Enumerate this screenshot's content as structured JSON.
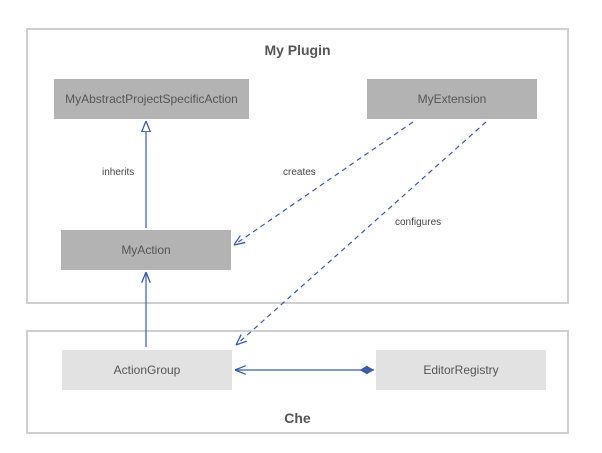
{
  "groups": {
    "plugin": {
      "title": "My Plugin"
    },
    "che": {
      "title": "Che"
    }
  },
  "nodes": {
    "abstract_action": "MyAbstractProjectSpecificAction",
    "extension": "MyExtension",
    "action": "MyAction",
    "action_group": "ActionGroup",
    "editor_registry": "EditorRegistry"
  },
  "edges": {
    "inherits": "inherits",
    "creates": "creates",
    "configures": "configures"
  },
  "colors": {
    "edge": "#3b5ba5",
    "frame_border": "#cfcfcf",
    "plugin_box": "#b3b3b3",
    "che_box": "#e2e2e2",
    "text": "#555555"
  }
}
